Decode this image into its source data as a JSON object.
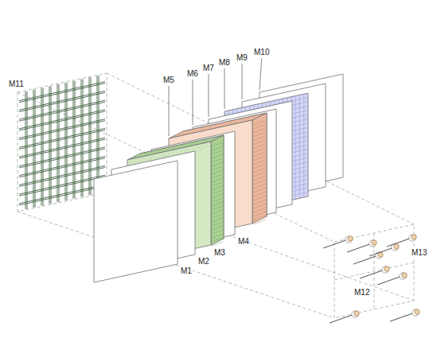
{
  "diagram": {
    "labels": [
      "M11",
      "M10",
      "M9",
      "M8",
      "M7",
      "M6",
      "M5",
      "M4",
      "M3",
      "M2",
      "M1",
      "M12",
      "M13"
    ]
  }
}
